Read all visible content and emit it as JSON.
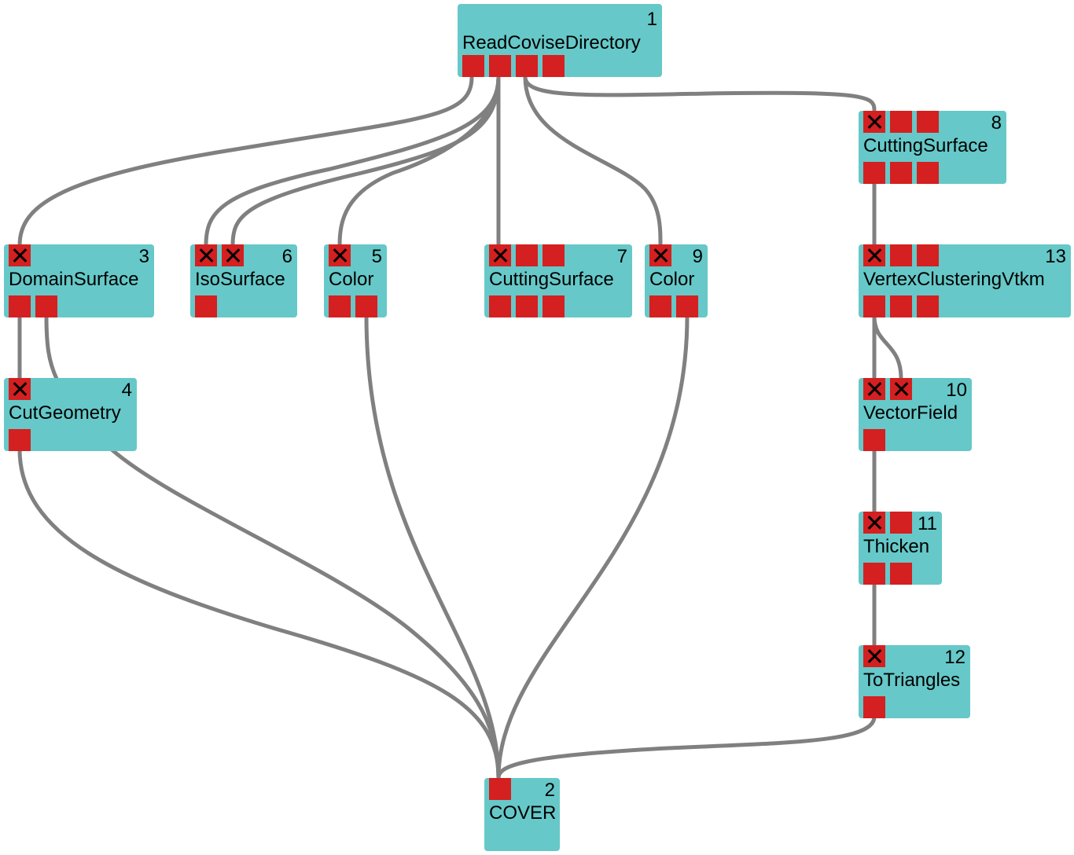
{
  "modules": [
    {
      "id": "1",
      "title": "ReadCoviseDirectory"
    },
    {
      "id": "2",
      "title": "COVER"
    },
    {
      "id": "3",
      "title": "DomainSurface"
    },
    {
      "id": "4",
      "title": "CutGeometry"
    },
    {
      "id": "5",
      "title": "Color"
    },
    {
      "id": "6",
      "title": "IsoSurface"
    },
    {
      "id": "7",
      "title": "CuttingSurface"
    },
    {
      "id": "8",
      "title": "CuttingSurface"
    },
    {
      "id": "9",
      "title": "Color"
    },
    {
      "id": "10",
      "title": "VectorField"
    },
    {
      "id": "11",
      "title": "Thicken"
    },
    {
      "id": "12",
      "title": "ToTriangles"
    },
    {
      "id": "13",
      "title": "VertexClusteringVtkm"
    }
  ],
  "colors": {
    "module_fill": "#66c8c8",
    "port_fill": "#d42020",
    "wire": "#808080"
  }
}
